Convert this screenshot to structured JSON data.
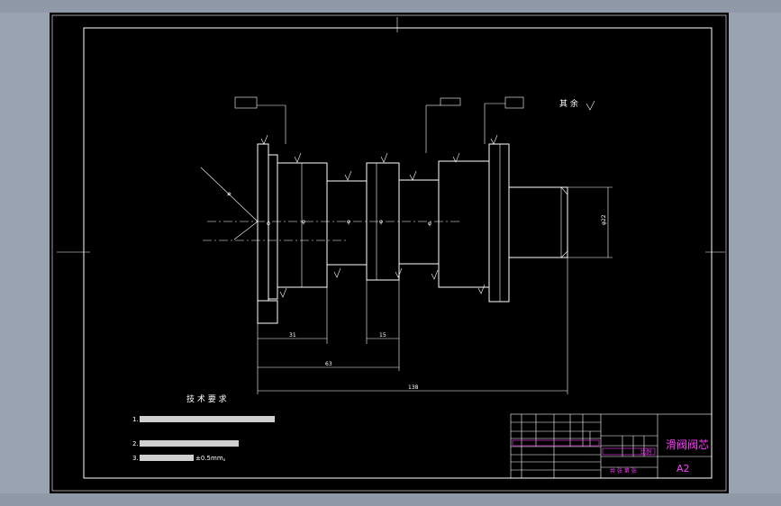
{
  "drawing": {
    "tech_req_title": "技 术 要 求",
    "tech_req_line1": "1.",
    "tech_req_line2": "2.",
    "tech_req_line3": "3.",
    "tech_req_tol": "±0.5mm。",
    "other_roughness_label": "其 余",
    "dim_31": "31",
    "dim_15": "15",
    "dim_63": "63",
    "dim_138": "138"
  },
  "title_block": {
    "part_name": "滑阀阀芯",
    "sheet_size": "A2",
    "scale_label": "比例",
    "sheet_label": "共 张 第 张"
  },
  "colors": {
    "workspace": "#9aa3b1",
    "sheet": "#000000",
    "lines": "#ffffff",
    "title_text": "#ff3cff"
  }
}
